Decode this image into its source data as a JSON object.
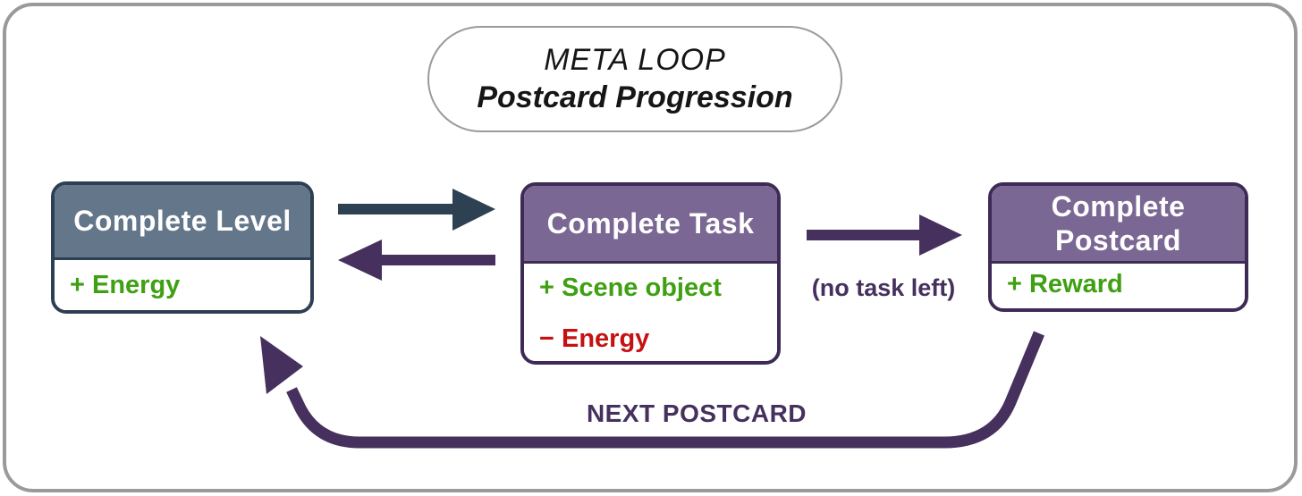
{
  "title": {
    "line1": "META LOOP",
    "line2": "Postcard Progression"
  },
  "boxes": [
    {
      "title": "Complete Level",
      "items": [
        {
          "label": "+ Energy",
          "type": "gain"
        }
      ]
    },
    {
      "title": "Complete Task",
      "items": [
        {
          "label": "+ Scene object",
          "type": "gain"
        },
        {
          "label": "− Energy",
          "type": "loss"
        }
      ]
    },
    {
      "title": "Complete Postcard",
      "items": [
        {
          "label": "+ Reward",
          "type": "gain"
        }
      ]
    }
  ],
  "arrows": {
    "level_to_task": {
      "direction": "right",
      "color": "#2d4152"
    },
    "task_to_level": {
      "direction": "left",
      "color": "#45305e"
    },
    "task_to_postcard": {
      "direction": "right",
      "color": "#45305e",
      "label": "(no task left)"
    },
    "postcard_to_level": {
      "direction": "loop-left",
      "color": "#45305e",
      "label": "NEXT POSTCARD"
    }
  },
  "colors": {
    "slate_header": "#64768a",
    "slate_border": "#2d4053",
    "purple_header": "#7a6793",
    "purple_border": "#3d2b56",
    "arrow_slate": "#2d4152",
    "arrow_purple": "#45305e",
    "gain_green": "#3ea012",
    "loss_red": "#c51111",
    "frame_gray": "#9a9a9a",
    "title_text": "#161616"
  }
}
